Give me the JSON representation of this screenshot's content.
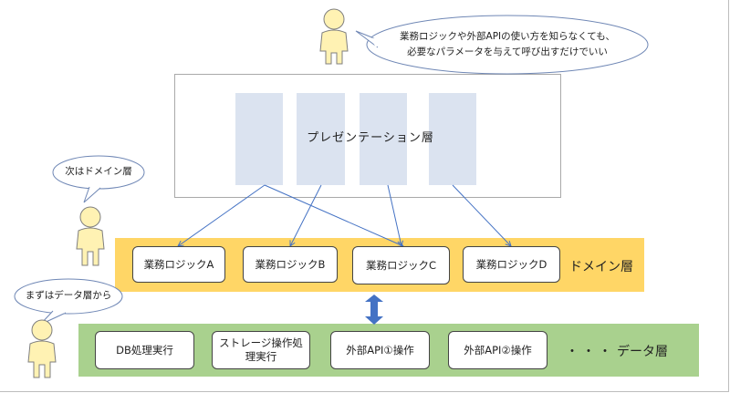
{
  "speech": {
    "top_line1": "業務ロジックや外部APIの使い方を知らなくても、",
    "top_line2": "必要なパラメータを与えて呼び出すだけでいい",
    "middle": "次はドメイン層",
    "bottom": "まずはデータ層から"
  },
  "presentation": {
    "label": "プレゼンテーション層"
  },
  "domain": {
    "label": "ドメイン層",
    "boxes": [
      "業務ロジックA",
      "業務ロジックB",
      "業務ロジックC",
      "業務ロジックD"
    ]
  },
  "data_layer": {
    "label": "データ層",
    "ellipsis": "・・・",
    "boxes": [
      "DB処理実行",
      "ストレージ操作処理実行",
      "外部API①操作",
      "外部API②操作"
    ],
    "storage_line1": "ストレージ操作処",
    "storage_line2": "理実行"
  },
  "colors": {
    "presentation_columns": "#dbe3f0",
    "domain_band": "#ffd666",
    "data_band": "#a9d18e",
    "arrow_blue": "#4472c4",
    "figure_fill": "#fff2b3"
  }
}
